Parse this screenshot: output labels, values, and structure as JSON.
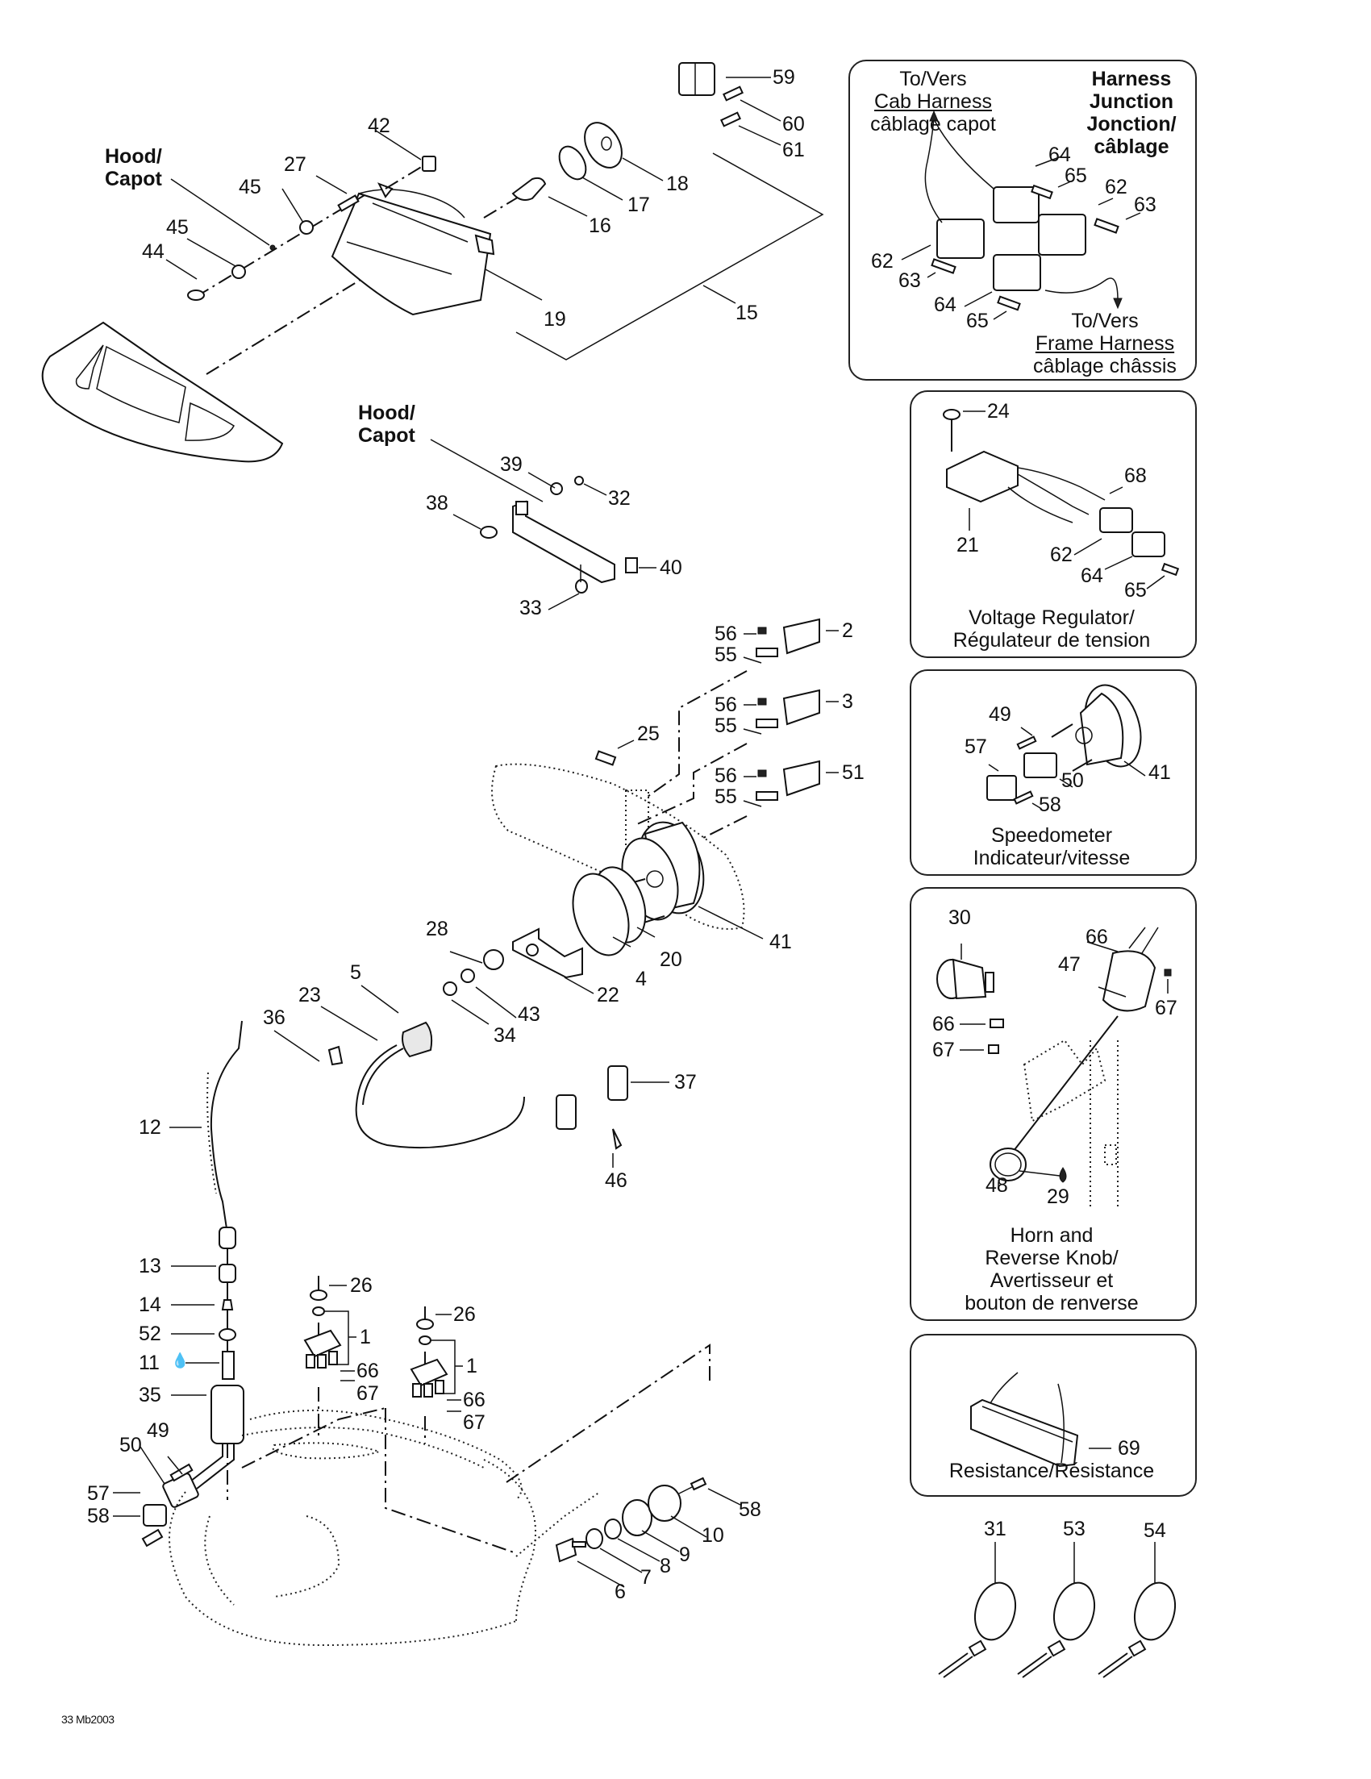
{
  "document": {
    "footer_code": "33 Mb2003"
  },
  "callouts": {
    "hood_top": "Hood/\nCapot",
    "hood_top_line1": "Hood/",
    "hood_top_line2": "Capot",
    "hood_mid_line1": "Hood/",
    "hood_mid_line2": "Capot"
  },
  "headlight_group": {
    "labels": [
      "42",
      "27",
      "45",
      "45",
      "44",
      "16",
      "17",
      "18",
      "19",
      "15",
      "59",
      "60",
      "61"
    ]
  },
  "bracket_group": {
    "labels": [
      "39",
      "32",
      "38",
      "40",
      "33"
    ]
  },
  "switch_group": {
    "labels": [
      "56",
      "55",
      "2",
      "56",
      "55",
      "3",
      "56",
      "55",
      "51",
      "25"
    ]
  },
  "gauge_group": {
    "labels": [
      "41",
      "20",
      "4",
      "22",
      "28",
      "43",
      "34",
      "5",
      "23",
      "36",
      "37",
      "46",
      "12"
    ]
  },
  "tether_group": {
    "labels": [
      "13",
      "14",
      "52",
      "11",
      "35",
      "49",
      "50",
      "57",
      "58"
    ]
  },
  "toggle_group": {
    "labels": [
      "26",
      "1",
      "66",
      "67",
      "26",
      "1",
      "66",
      "67"
    ]
  },
  "ignition_group": {
    "labels": [
      "6",
      "7",
      "8",
      "9",
      "10",
      "58"
    ]
  },
  "panels": {
    "harness_junction": {
      "title_line1": "Harness",
      "title_line2": "Junction",
      "title_line3": "Jonction/",
      "title_line4": "câblage",
      "to_cab_line1": "To/Vers",
      "to_cab_line2": "Cab Harness",
      "to_cab_line3": "câblage capot",
      "to_frame_line1": "To/Vers",
      "to_frame_line2": "Frame Harness",
      "to_frame_line3": "câblage châssis",
      "labels": [
        "64",
        "65",
        "62",
        "63",
        "62",
        "63",
        "64",
        "65"
      ]
    },
    "voltage_regulator": {
      "caption_line1": "Voltage Regulator/",
      "caption_line2": "Régulateur de tension",
      "labels": [
        "24",
        "68",
        "21",
        "62",
        "64",
        "65"
      ]
    },
    "speedometer": {
      "caption_line1": "Speedometer",
      "caption_line2": "Indicateur/vitesse",
      "labels": [
        "49",
        "57",
        "50",
        "41",
        "58"
      ]
    },
    "horn_reverse": {
      "caption_line1": "Horn and",
      "caption_line2": "Reverse Knob/",
      "caption_line3": "Avertisseur et",
      "caption_line4": "bouton de renverse",
      "labels": [
        "30",
        "66",
        "47",
        "67",
        "66",
        "67",
        "48",
        "29"
      ]
    },
    "resistance": {
      "caption": "Resistance/Résistance",
      "labels": [
        "69"
      ]
    }
  },
  "cable_ties": {
    "labels": [
      "31",
      "53",
      "54"
    ]
  }
}
